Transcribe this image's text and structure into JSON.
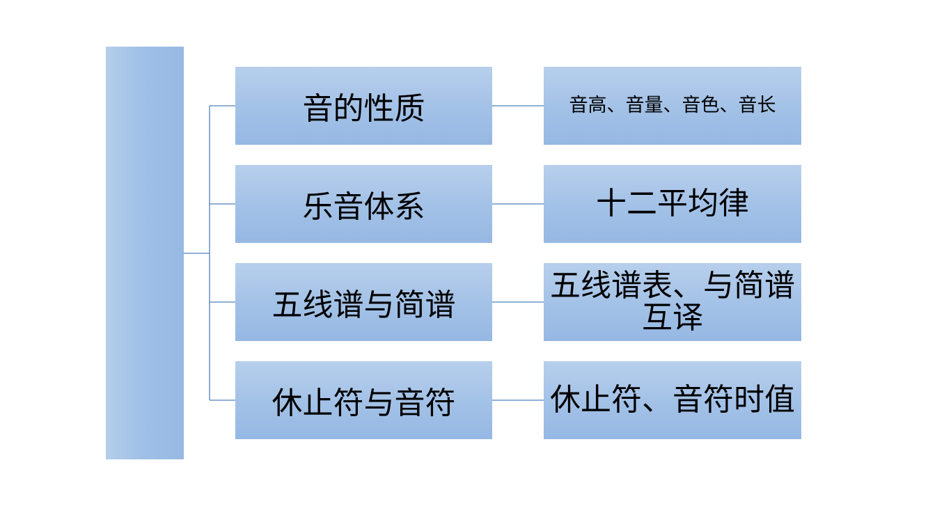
{
  "diagram": {
    "root": {
      "label": ""
    },
    "rows": [
      {
        "topic": "音的性质",
        "detail": "音高、音量、音色、音长"
      },
      {
        "topic": "乐音体系",
        "detail": "十二平均律"
      },
      {
        "topic": "五线谱与简谱",
        "detail": "五线谱表、与简谱\n互译"
      },
      {
        "topic": "休止符与音符",
        "detail": "休止符、音符时值"
      }
    ]
  },
  "colors": {
    "box_light": "#b7cfec",
    "box_dark": "#95b8e3",
    "connector": "#4f81bd"
  }
}
